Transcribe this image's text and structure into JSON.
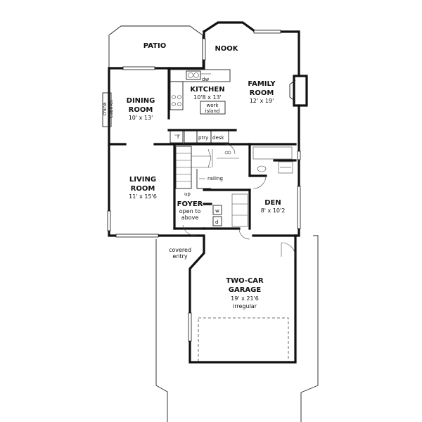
{
  "rooms": {
    "patio": {
      "name": "PATIO"
    },
    "nook": {
      "name": "NOOK"
    },
    "kitchen": {
      "name": "KITCHEN",
      "size": "10'8 x 13'"
    },
    "family_room": {
      "name_line1": "FAMILY",
      "name_line2": "ROOM",
      "size": "12' x 19'"
    },
    "dining_room": {
      "name_line1": "DINING",
      "name_line2": "ROOM",
      "size": "10' x 13'"
    },
    "living_room": {
      "name_line1": "LIVING",
      "name_line2": "ROOM",
      "size": "11' x 15'6"
    },
    "foyer": {
      "name": "FOYER",
      "note_line1": "open to",
      "note_line2": "above"
    },
    "den": {
      "name": "DEN",
      "size": "8' x 10'2"
    },
    "garage": {
      "name_line1": "TWO-CAR",
      "name_line2": "GARAGE",
      "size": "19' x 21'6",
      "note": "irregular"
    }
  },
  "fixtures": {
    "china_cabinet_line1": "china",
    "china_cabinet_line2": "cabinet",
    "work_island_line1": "work",
    "work_island_line2": "island",
    "dishwasher": "dw",
    "pantry": "ptry",
    "desk": "desk",
    "refrigerator": "f",
    "railing": "railing",
    "stair_up": "up",
    "covered_entry_line1": "covered",
    "covered_entry_line2": "entry",
    "washer": "w",
    "dryer": "d"
  },
  "colors": {
    "walls": "#111111",
    "background": "#ffffff"
  }
}
